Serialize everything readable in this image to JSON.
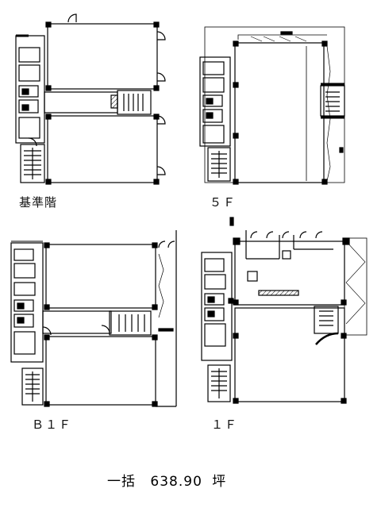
{
  "floors": {
    "typical": {
      "label": "基準階"
    },
    "f5": {
      "label": "５Ｆ"
    },
    "b1": {
      "label": "Ｂ１Ｆ"
    },
    "f1": {
      "label": "１Ｆ"
    }
  },
  "summary": {
    "prefix": "一括",
    "area_value": "638.90",
    "area_unit": "坪"
  }
}
